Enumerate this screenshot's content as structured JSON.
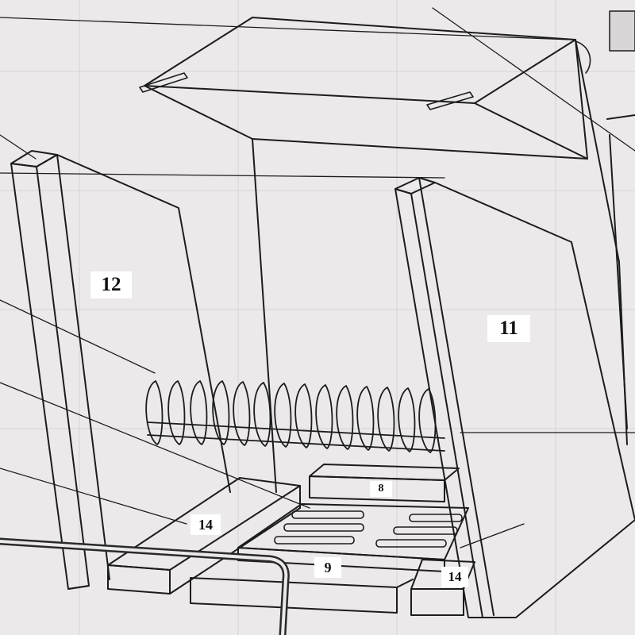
{
  "diagram": {
    "callouts": {
      "side_panel_left": "12",
      "side_panel_right": "11",
      "front_brick": "8",
      "left_log_support": "14",
      "grate": "9",
      "right_log_support": "14"
    },
    "colors": {
      "paper": "#ece9ea",
      "line": "#1c1c1c",
      "label_background": "#ffffff"
    }
  }
}
